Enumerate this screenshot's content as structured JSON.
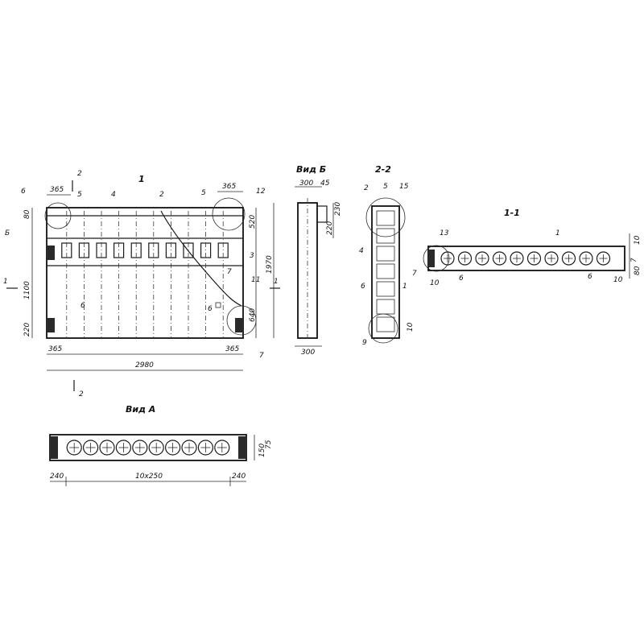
{
  "titles": {
    "section_1": "1",
    "view_b": "Вид Б",
    "section_2_2": "2-2",
    "section_1_1": "1-1",
    "view_a": "Вид А"
  },
  "cut_marks": {
    "cut_2_top": "2",
    "cut_2_bottom": "2",
    "cut_1_left": "1",
    "cut_1_right": "1",
    "view_b_arrow": "Б"
  },
  "dims_main": {
    "top_365_left": "365",
    "top_365_right": "365",
    "bot_365_left": "365",
    "bot_365_right": "365",
    "length": "2980",
    "left_80": "80",
    "left_1100": "1100",
    "left_220": "220",
    "right_520": "520",
    "right_640": "640",
    "height": "1970"
  },
  "dims_view_b": {
    "top_300": "300",
    "top_45": "45",
    "bot_300": "300",
    "r_220": "220",
    "r_230": "230"
  },
  "dims_section_1_1": {
    "r_10": "10",
    "r_7": "7",
    "r_80": "80",
    "r_10b": "10",
    "b_10": "10"
  },
  "dims_section_2_2": {
    "r_10": "10"
  },
  "dims_view_a": {
    "left": "240",
    "middle": "10x250",
    "right": "240",
    "h1": "150",
    "h2": "75"
  },
  "callouts_main": {
    "c6": "6",
    "c5": "5",
    "c4": "4",
    "c2": "2",
    "c5b": "5",
    "c12": "12",
    "c3": "3",
    "c7": "7",
    "c11": "11",
    "c6b": "6",
    "c6c": "6",
    "c7b": "7"
  },
  "callouts_section_2_2": {
    "c2": "2",
    "c5": "5",
    "c15": "15",
    "c4": "4",
    "c6": "6",
    "c1": "1",
    "c9": "9"
  },
  "callouts_section_1_1": {
    "c13": "13",
    "c1": "1",
    "c7": "7",
    "c6": "6",
    "c6b": "6"
  },
  "drawing": {
    "void_count_main": 10,
    "void_count_view_a": 10,
    "void_count_section": 10
  }
}
